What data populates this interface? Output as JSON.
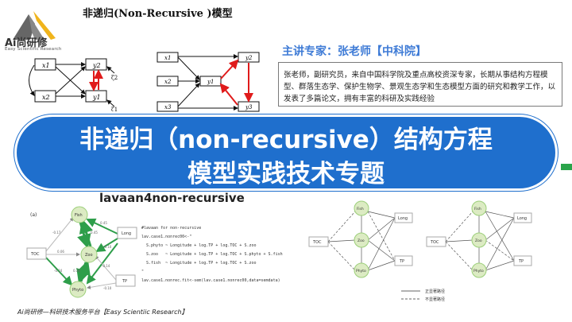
{
  "logo": {
    "name": "Ai尚研修",
    "subtitle": "Easy Scientific Research"
  },
  "top_title": "非递归(Non-Recursive )模型",
  "expert": {
    "title": "主讲专家：张老师【中科院】",
    "bio": "张老师，副研究员，来自中国科学院及重点高校资深专家，长期从事结构方程模型、群落生态学、保护生物学、景观生态学和生态模型方面的研究和教学工作，以发表了多篇论文，拥有丰富的科研及实践经验"
  },
  "banner": {
    "line1": "非递归（non-recursive）结构方程",
    "line2": "模型实践技术专题"
  },
  "lavaan_title": "lavaan4non-recursive",
  "code_lines": [
    "#lavaan for non-recursive",
    "lav.case1.nonrec00<-\"",
    "  S.phyto ~ Longitude + log.TP + log.TOC + S.zoo",
    "  S.zoo   ~ Longitude + log.TP + log.TOC + S.phyto + S.fish",
    "  S.fish  ~ Longitude + log.TP + log.TOC + S.zoo",
    "\"",
    "lav.case1.nonrec.fit<-sem(lav.case1.nonrec00,data=semdata)"
  ],
  "diagram1": {
    "nodes": [
      "x1",
      "x2",
      "y2",
      "y1"
    ],
    "errors": [
      "ζ2",
      "ζ1"
    ]
  },
  "diagram2": {
    "nodes": [
      "x1",
      "x2",
      "x3",
      "y1",
      "y2",
      "y3"
    ]
  },
  "diagram3": {
    "tag": "(a)",
    "nodes": [
      "Fish",
      "Zoo",
      "Phyto",
      "TOC",
      "Long",
      "TP"
    ],
    "coefs": [
      "-0.17",
      "0.06",
      "-0.24",
      "0.45",
      "0.45",
      "-0.10",
      "-0.14",
      "0.38",
      "-0.10"
    ]
  },
  "diagram4": {
    "nodes_left": [
      "Fish",
      "Zoo",
      "Phyto"
    ],
    "nodes_right": [
      "Fish",
      "Zoo",
      "Phyto"
    ],
    "nodes_vars": [
      "TOC",
      "Long",
      "TP"
    ],
    "legend": [
      "正显著路径",
      "不显著路径"
    ]
  },
  "footer": "Ai尚研修—科研技术服务平台【Easy Scientiic Research】",
  "colors": {
    "banner": "#1f6fcd",
    "expert_title": "#3e7bd6",
    "green_arrow": "#2e9e4a",
    "red_arrow": "#e01b1b",
    "node_fill": "#dcebc3"
  }
}
